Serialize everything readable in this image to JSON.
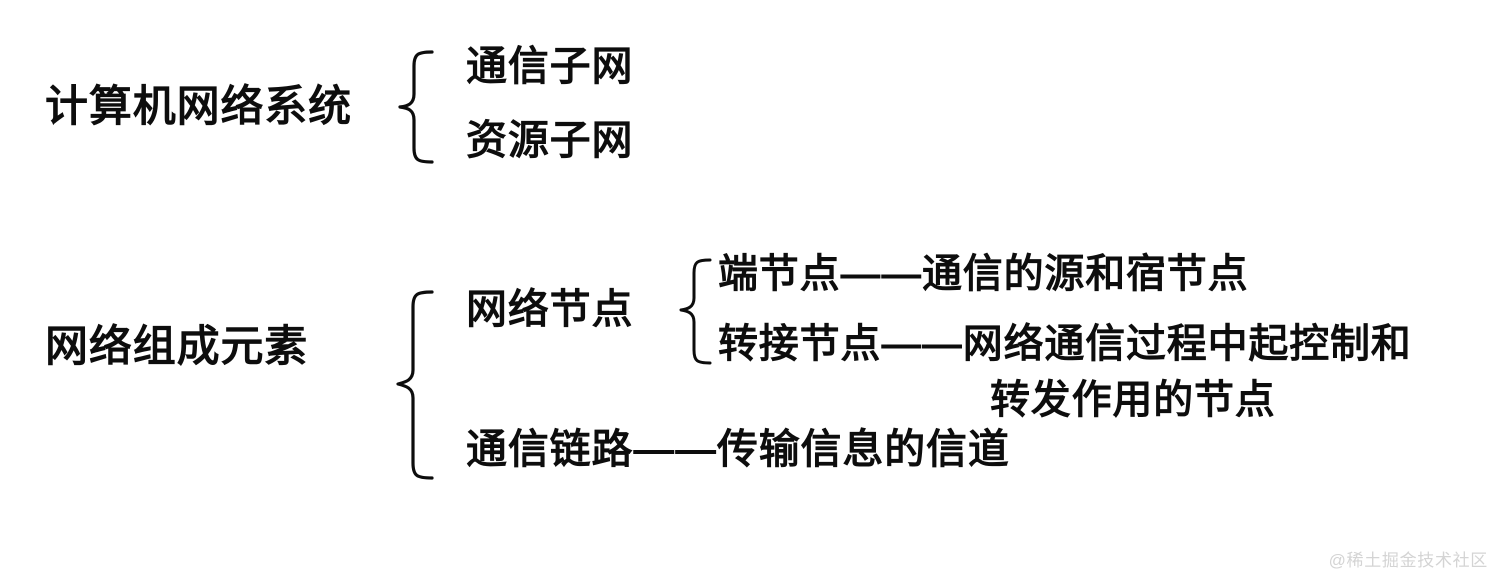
{
  "diagram": {
    "type": "brace-outline",
    "title_root_1": "计算机网络系统",
    "title_root_2": "网络组成元素",
    "branches": {
      "sys_a": "通信子网",
      "sys_b": "资源子网",
      "elem_a": "网络节点",
      "elem_b": "通信链路——传输信息的信道",
      "node_a": "端节点——通信的源和宿节点",
      "node_b_line1": "转接节点——网络通信过程中起控制和",
      "node_b_line2": "转发作用的节点"
    },
    "colors": {
      "ink": "#0d0d0d",
      "background": "#ffffff",
      "watermark": "#d4d4d4"
    }
  },
  "watermark": {
    "text": "@稀土掘金技术社区"
  }
}
